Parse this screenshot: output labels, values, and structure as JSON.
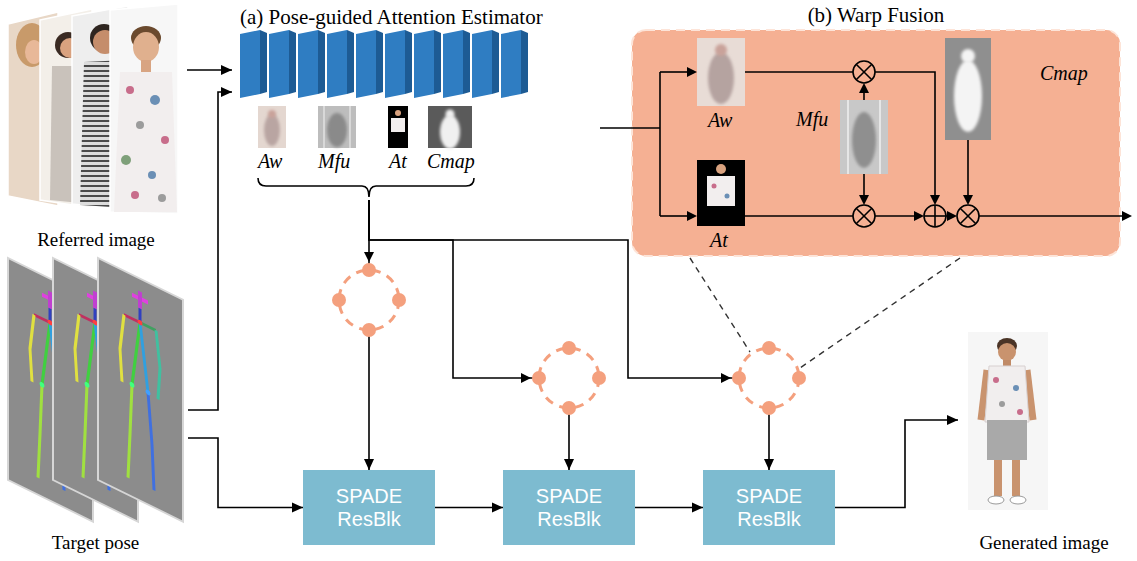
{
  "diagram": {
    "nodes": [
      {
        "text": [
          "Referred image"
        ]
      },
      {
        "text": [
          "(a) Pose-guided Attention Estimator"
        ]
      },
      {
        "text": [
          "(b) Warp Fusion"
        ]
      },
      {
        "text": [
          "Target pose"
        ]
      },
      {
        "text": [
          "SPADE ResBlk"
        ]
      },
      {
        "text": [
          "SPADE ResBlk"
        ]
      },
      {
        "text": [
          "SPADE ResBlk"
        ]
      },
      {
        "text": [
          "Generated image"
        ]
      }
    ],
    "edges": [
      {
        "from": 0,
        "to": 1,
        "arrow": "to"
      },
      {
        "from": 3,
        "to": 1,
        "arrow": "to"
      },
      {
        "from": 3,
        "to": 4,
        "arrow": "to"
      },
      {
        "from": 4,
        "to": 5,
        "arrow": "to"
      },
      {
        "from": 5,
        "to": 6,
        "arrow": "to"
      },
      {
        "from": 6,
        "to": 7,
        "arrow": "to"
      },
      {
        "from": 1,
        "to": 4,
        "arrow": "to"
      },
      {
        "from": 1,
        "to": 5,
        "arrow": "to"
      },
      {
        "from": 1,
        "to": 6,
        "arrow": "to"
      }
    ],
    "labels": [
      "Aw",
      "Mfu",
      "At",
      "Cmap",
      "Aw",
      "Mfu",
      "At",
      "Cmap"
    ]
  }
}
